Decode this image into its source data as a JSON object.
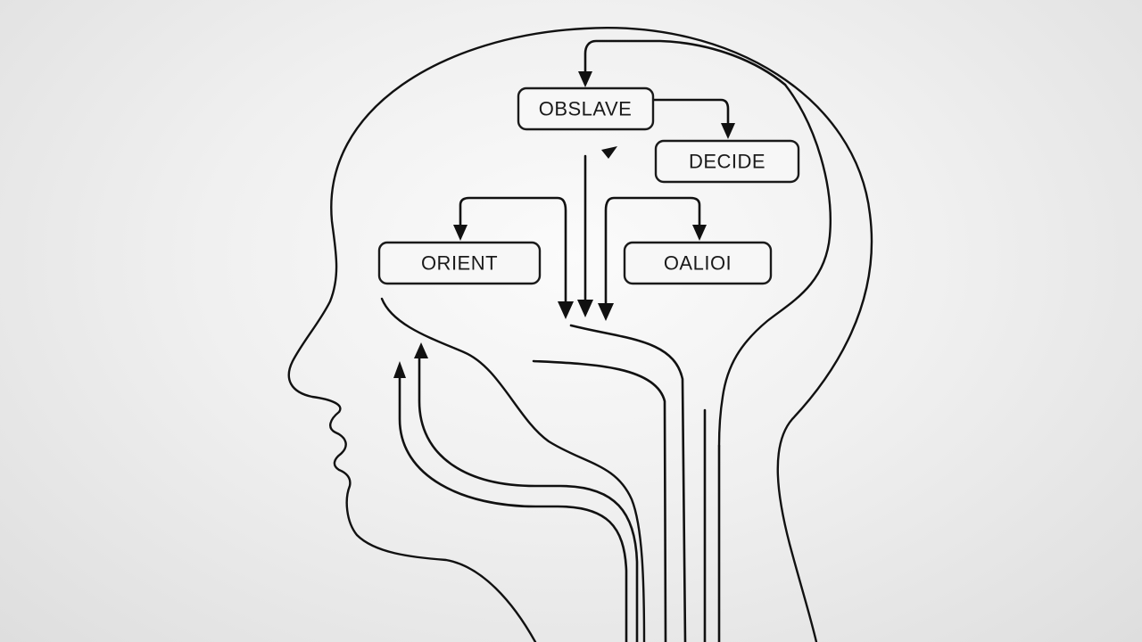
{
  "diagram": {
    "nodes": {
      "observe": {
        "label": "OBSLAVE"
      },
      "decide": {
        "label": "DECIDE"
      },
      "orient": {
        "label": "ORIENT"
      },
      "act": {
        "label": "OALIOI"
      }
    }
  },
  "colors": {
    "line": "#111111",
    "background": "#f0f0f0"
  }
}
